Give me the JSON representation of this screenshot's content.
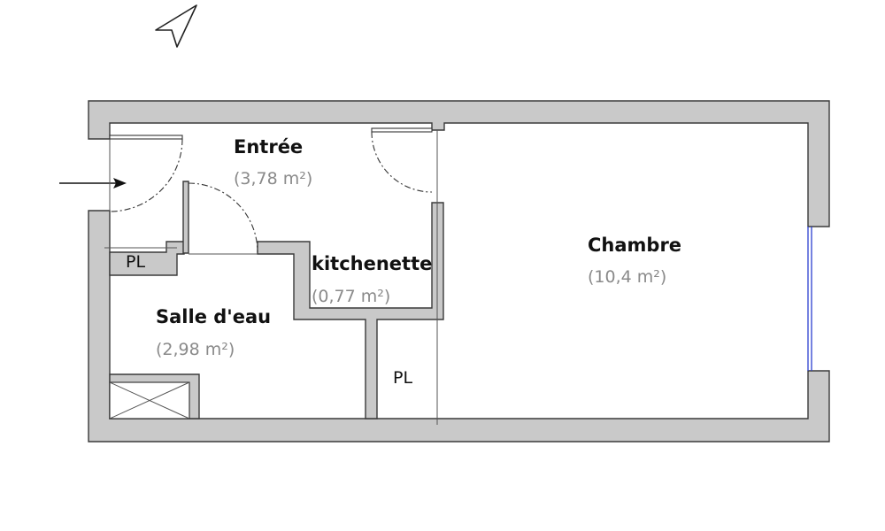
{
  "rooms": {
    "entree": {
      "name": "Entrée",
      "area": "(3,78 m²)"
    },
    "chambre": {
      "name": "Chambre",
      "area": "(10,4 m²)"
    },
    "kitchenette": {
      "name": "kitchenette",
      "area": "(0,77 m²)"
    },
    "salle_deau": {
      "name": "Salle d'eau",
      "area": "(2,98 m²)"
    }
  },
  "closets": {
    "pl_left": "PL",
    "pl_center": "PL"
  },
  "colors": {
    "wall_fill": "#c9c9c9",
    "wall_stroke": "#3a3a3a",
    "window": "#2b3fcf"
  },
  "icons": {
    "north": "north-arrow-icon",
    "entry": "entry-arrow-icon",
    "shaft": "ventilation-shaft-icon"
  }
}
